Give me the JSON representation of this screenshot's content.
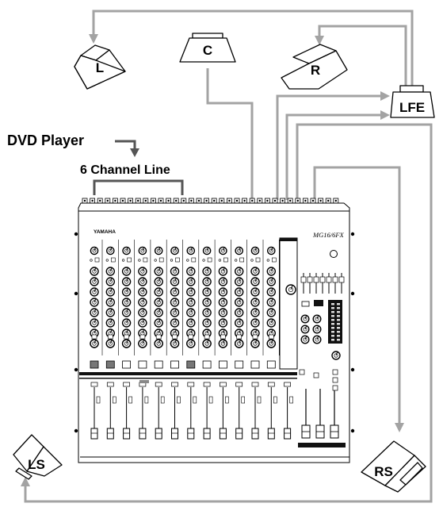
{
  "source": {
    "label": "DVD Player",
    "input_label": "6 Channel Line"
  },
  "mixer": {
    "brand": "YAMAHA",
    "model": "MG16/6FX",
    "mono_channels": 12,
    "stereo_channels": 3
  },
  "speakers": [
    {
      "id": "L",
      "label": "L"
    },
    {
      "id": "C",
      "label": "C"
    },
    {
      "id": "R",
      "label": "R"
    },
    {
      "id": "LFE",
      "label": "LFE"
    },
    {
      "id": "LS",
      "label": "LS"
    },
    {
      "id": "RS",
      "label": "RS"
    }
  ],
  "colors": {
    "cable": "#a3a3a3",
    "bracket": "#555555",
    "outline": "#000000"
  }
}
